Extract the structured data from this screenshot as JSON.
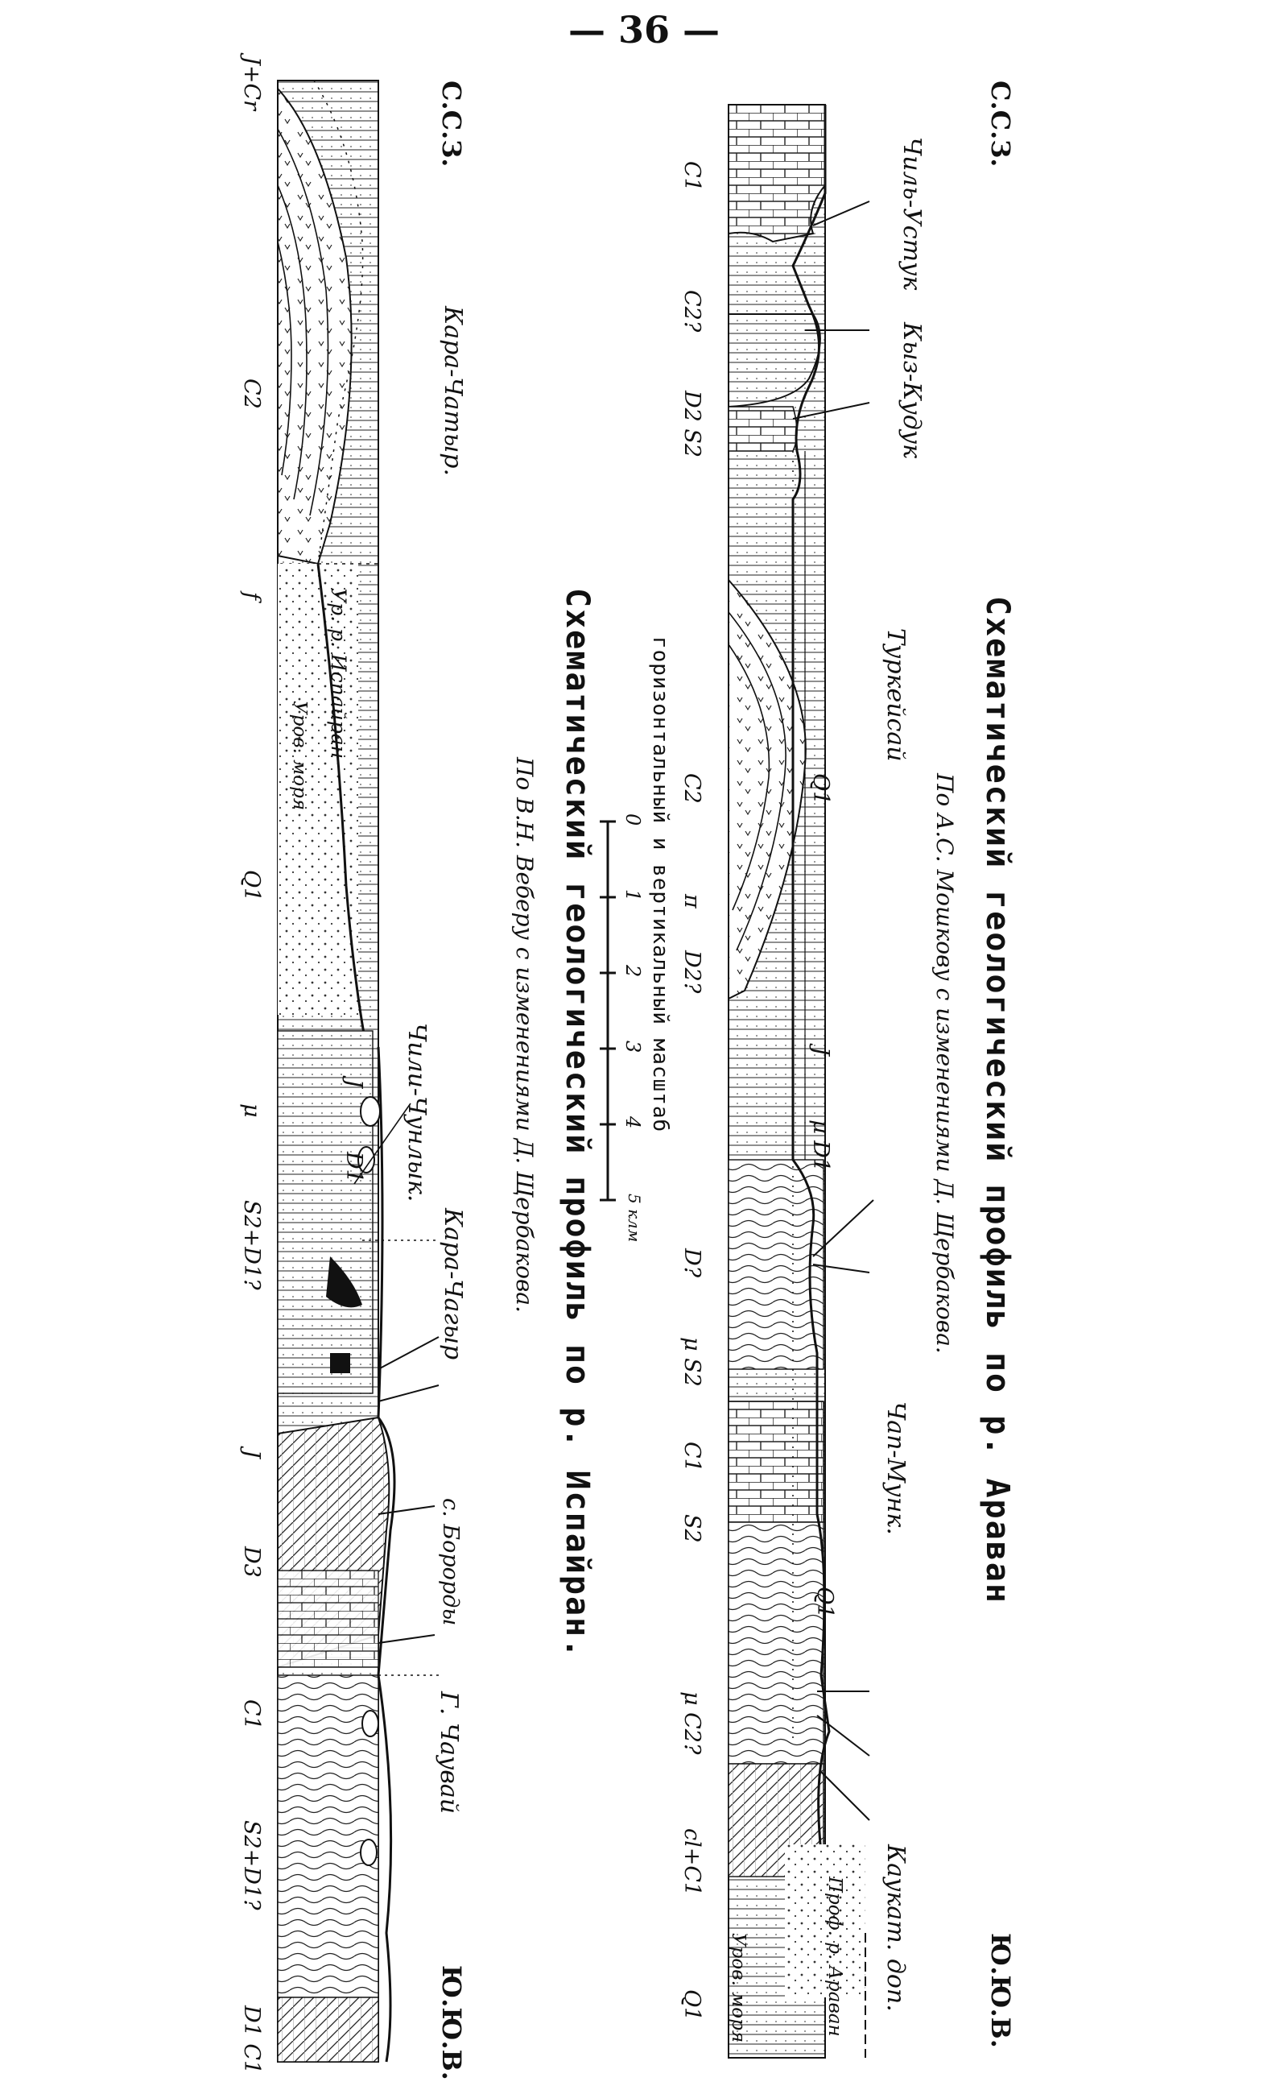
{
  "page_number": "— 36 —",
  "profile_1": {
    "title": "Схематический геологический профиль по р. Араван",
    "subtitle": "По А.С. Мошкову с изменениями Д. Щербакова.",
    "dir_left": "С.С.З.",
    "dir_right": "Ю.Ю.В.",
    "localities": [
      "Чиль-Устук",
      "Кыз-Кудук",
      "Туркейсай",
      "Чап-Мунк.",
      "Каукат. доп.",
      "Проф. р. Араван",
      "Уров. моря"
    ],
    "strata": [
      "C1",
      "C2?",
      "D2 S2",
      "Q1",
      "C2",
      "π",
      "D2?",
      "J",
      "μ D1",
      "D?",
      "μ S2",
      "C1",
      "S2",
      "Q1",
      "μ C2?",
      "cl+C1",
      "Q1"
    ]
  },
  "scale": {
    "label": "горизонтальный и вертикальный масштаб",
    "ticks": [
      "0",
      "1",
      "2",
      "3",
      "4",
      "5 клм"
    ]
  },
  "profile_2": {
    "title": "Схематический геологический профиль по р. Испайран.",
    "subtitle": "По В.Н. Веберу с изменениями Д. Щербакова.",
    "dir_left": "С.С.З.",
    "dir_right": "Ю.Ю.В.",
    "localities": [
      "Кара-Чатыр.",
      "Ур. р. Испайран",
      "Уров. моря",
      "Чили-Чунлык.",
      "Кара-Чагыр",
      "с. Борорды",
      "Г. Чаувай"
    ],
    "strata": [
      "J+Cr",
      "C2",
      "f",
      "Q1",
      "J",
      "D1",
      "μ",
      "S2+D1?",
      "J",
      "D3",
      "C1",
      "S2+D1?",
      "D1 C1"
    ]
  },
  "colors": {
    "ink": "#111111",
    "paper": "#ffffff"
  }
}
